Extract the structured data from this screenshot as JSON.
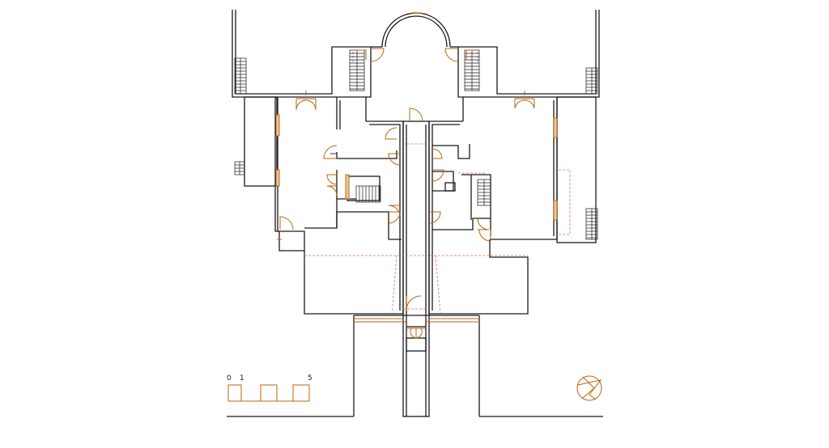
{
  "scale_bar": {
    "labels": [
      "0",
      "1",
      "5"
    ],
    "color": "#b8650f"
  },
  "north_arrow": {
    "icon": "north-arrow-icon",
    "color": "#b8650f"
  },
  "colors": {
    "walls": "#1a1a1a",
    "doors": "#b8650f",
    "hidden_lines": "#e06b6b",
    "background": "#ffffff"
  }
}
